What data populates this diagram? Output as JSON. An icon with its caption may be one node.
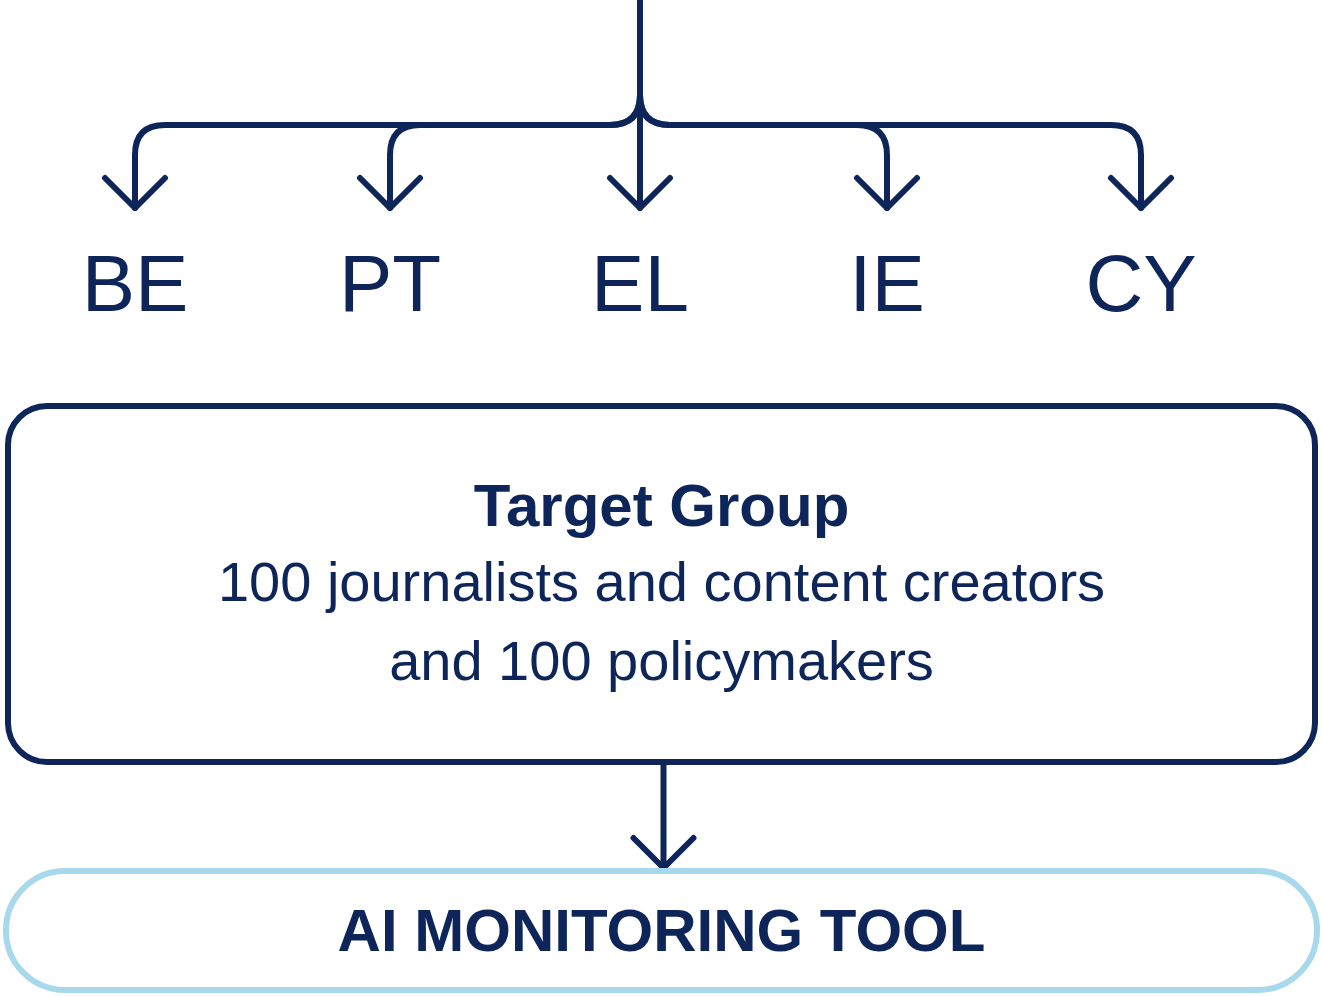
{
  "diagram": {
    "nodes": [
      {
        "text": [
          "BE"
        ]
      },
      {
        "text": [
          "PT"
        ]
      },
      {
        "text": [
          "EL"
        ]
      },
      {
        "text": [
          "IE"
        ]
      },
      {
        "text": [
          "CY"
        ]
      },
      {
        "text": [
          "Target Group",
          "100 journalists and content creators and 100 policymakers"
        ]
      },
      {
        "text": [
          "AI MONITORING TOOL"
        ]
      }
    ],
    "edges": [
      {
        "from": null,
        "to": 0,
        "arrow": "to"
      },
      {
        "from": null,
        "to": 1,
        "arrow": "to"
      },
      {
        "from": null,
        "to": 2,
        "arrow": "to"
      },
      {
        "from": null,
        "to": 3,
        "arrow": "to"
      },
      {
        "from": null,
        "to": 4,
        "arrow": "to"
      },
      {
        "from": 5,
        "to": 6,
        "arrow": "to"
      }
    ]
  }
}
